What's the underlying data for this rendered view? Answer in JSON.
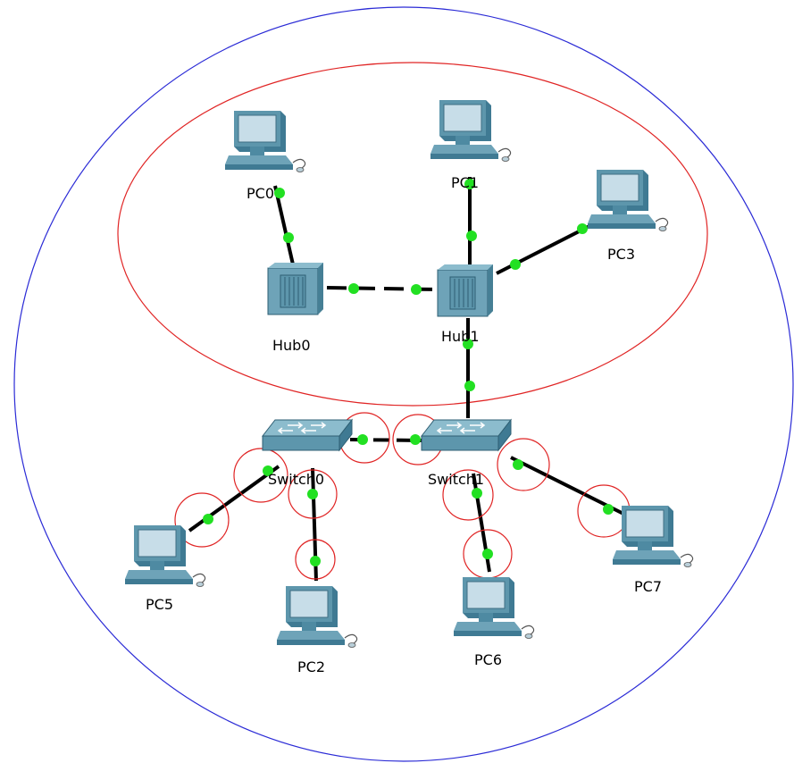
{
  "colors": {
    "broadcast_domain": "#2b2bd6",
    "collision_domain": "#e02424",
    "link": "#000000",
    "link_indicator": "#22e022",
    "pc_body": "#5d96ac",
    "pc_screen": "#c7dde8",
    "device_body": "#6ea3b8"
  },
  "icons": {
    "pc": "pc-icon",
    "hub": "hub-icon",
    "switch": "switch-icon"
  },
  "devices": {
    "pc0": "PC0",
    "pc1": "PC1",
    "pc2": "PC2",
    "pc3": "PC3",
    "pc5": "PC5",
    "pc6": "PC6",
    "pc7": "PC7",
    "hub0": "Hub0",
    "hub1": "Hub1",
    "switch0": "Switch0",
    "switch1": "Switch1"
  }
}
